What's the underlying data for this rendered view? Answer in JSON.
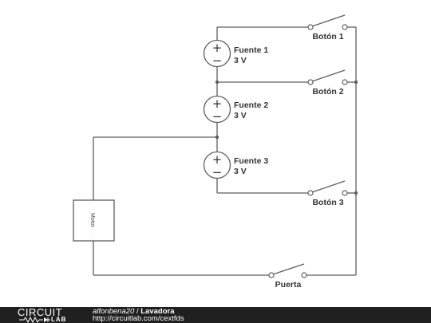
{
  "schematic": {
    "sources": [
      {
        "name": "Fuente 1",
        "value": "3 V"
      },
      {
        "name": "Fuente 2",
        "value": "3 V"
      },
      {
        "name": "Fuente 3",
        "value": "3 V"
      }
    ],
    "switches": [
      {
        "label": "Botón 1"
      },
      {
        "label": "Botón 2"
      },
      {
        "label": "Botón 3"
      },
      {
        "label": "Puerta"
      }
    ],
    "motor": {
      "label": "Motor"
    },
    "plus_symbol": "+",
    "minus_symbol": "−"
  },
  "footer": {
    "logo_top": "CIRCUIT",
    "logo_bottom": "LAB",
    "author": "alfonbena20",
    "separator": " / ",
    "title": "Lavadora",
    "url": "http://circuitlab.com/cextfds"
  },
  "colors": {
    "wire": "#5e5e5e",
    "footer_bg": "#202020",
    "text": "#333333"
  }
}
